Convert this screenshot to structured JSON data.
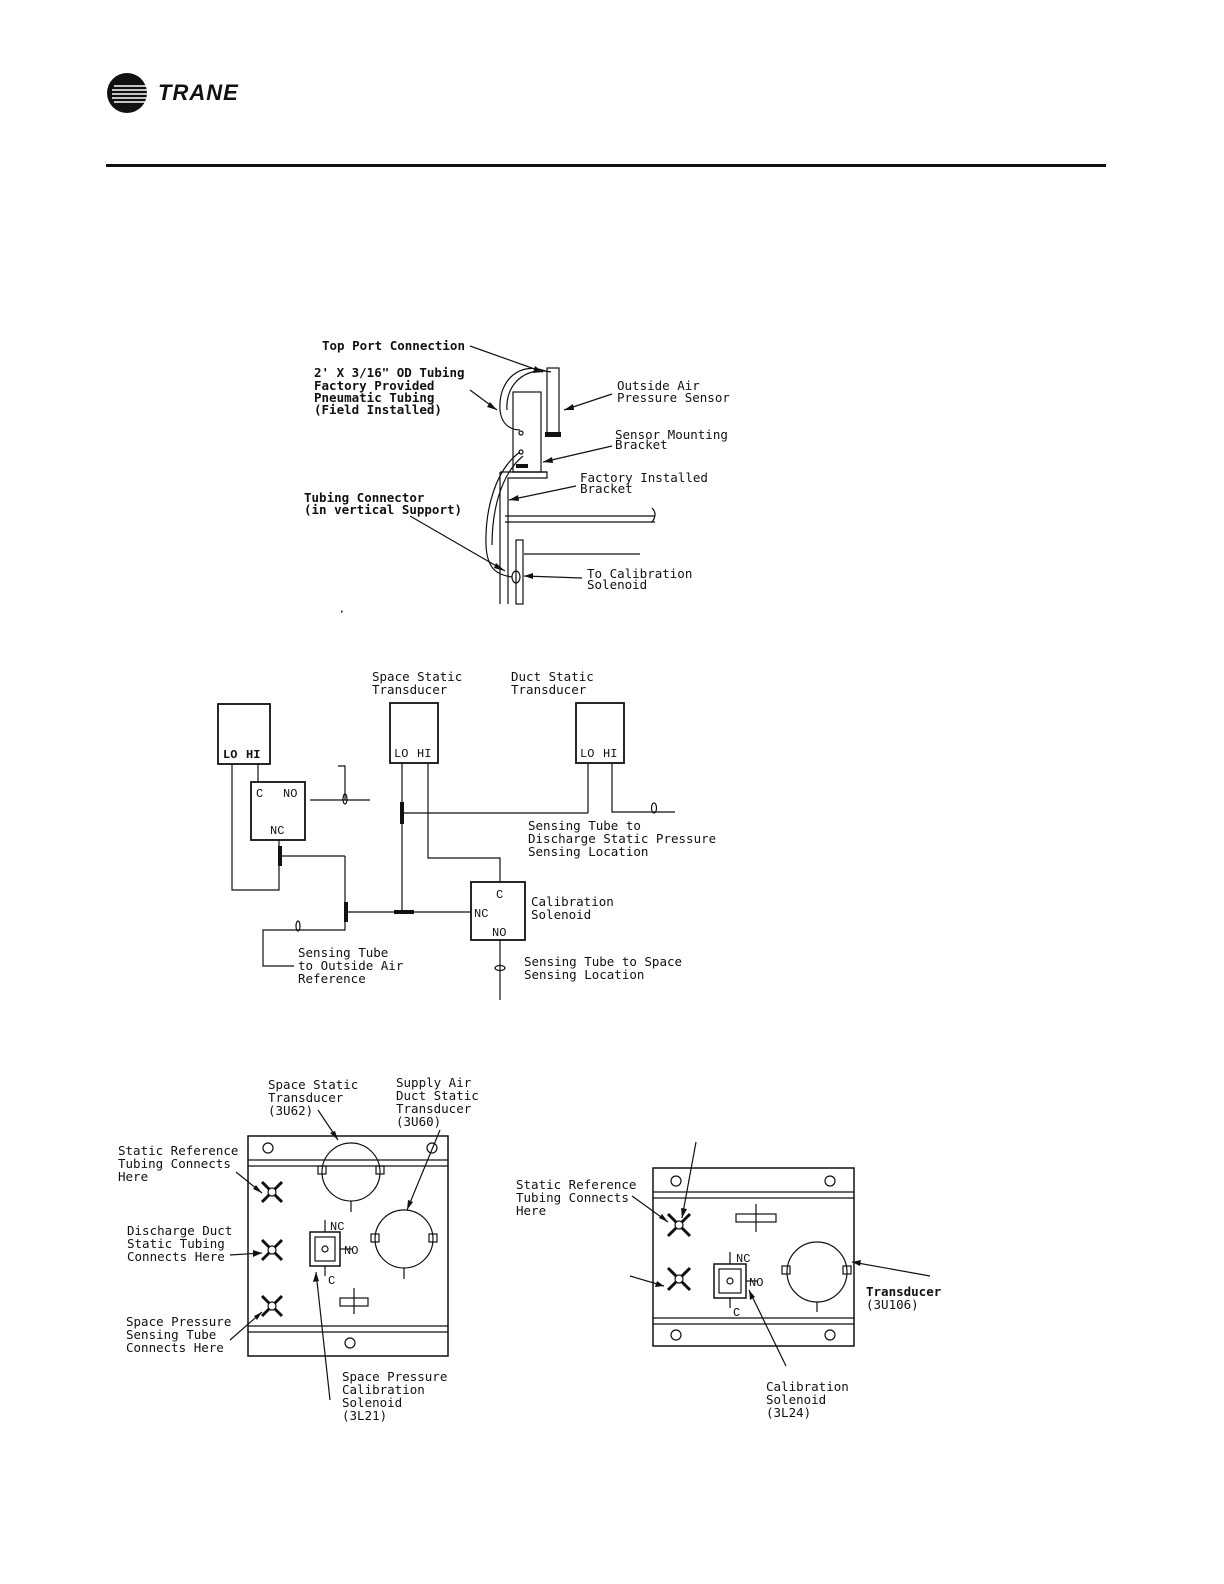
{
  "header": {
    "brand": "TRANE"
  },
  "figure1": {
    "top_port": "Top Port Connection",
    "tubing": [
      "2' X 3/16\" OD Tubing",
      "Factory Provided",
      "Pneumatic Tubing",
      "(Field Installed)"
    ],
    "oa_sensor": [
      "Outside Air",
      "Pressure Sensor"
    ],
    "sensor_bracket": [
      "Sensor Mounting",
      "Bracket"
    ],
    "factory_bracket": [
      "Factory Installed",
      "Bracket"
    ],
    "tubing_connector": [
      "Tubing Connector",
      "(in vertical Support)"
    ],
    "to_cal": [
      "To Calibration",
      "Solenoid"
    ]
  },
  "figure2": {
    "space_static": [
      "Space Static",
      "Transducer"
    ],
    "duct_static": [
      "Duct Static",
      "Transducer"
    ],
    "lo": "LO",
    "hi": "HI",
    "c": "C",
    "no": "NO",
    "nc": "NC",
    "discharge_tube": [
      "Sensing Tube to",
      "Discharge Static Pressure",
      "Sensing Location"
    ],
    "cal_solenoid": [
      "Calibration",
      "Solenoid"
    ],
    "outside_tube": [
      "Sensing Tube",
      "to Outside Air",
      "Reference"
    ],
    "space_tube": [
      "Sensing Tube to Space",
      "Sensing Location"
    ]
  },
  "figure3": {
    "space_static": [
      "Space Static",
      "Transducer",
      "(3U62)"
    ],
    "supply_duct": [
      "Supply Air",
      "Duct Static",
      "Transducer",
      "(3U60)"
    ],
    "static_ref": [
      "Static Reference",
      "Tubing Connects",
      "Here"
    ],
    "discharge_duct": [
      "Discharge Duct",
      "Static Tubing",
      "Connects Here"
    ],
    "space_pressure": [
      "Space Pressure",
      "Sensing Tube",
      "Connects Here"
    ],
    "space_cal": [
      "Space Pressure",
      "Calibration",
      "Solenoid",
      "(3L21)"
    ],
    "nc": "NC",
    "no": "NO",
    "c": "C"
  },
  "figure4": {
    "static_ref": [
      "Static Reference",
      "Tubing Connects",
      "Here"
    ],
    "transducer": [
      "Transducer",
      "(3U106)"
    ],
    "cal_solenoid": [
      "Calibration",
      "Solenoid",
      "(3L24)"
    ],
    "nc": "NC",
    "no": "NO",
    "c": "C"
  }
}
